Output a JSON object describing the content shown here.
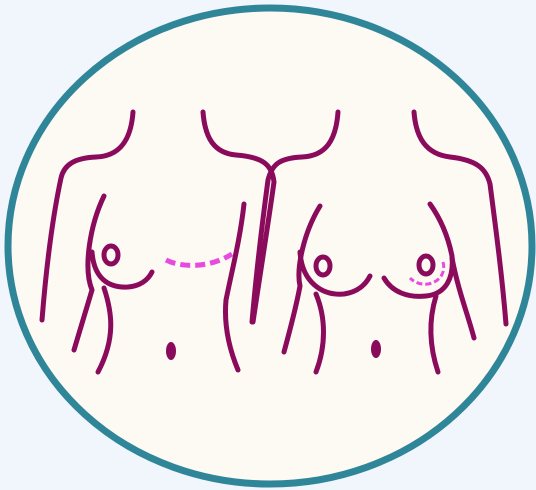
{
  "colors": {
    "page_background": "#f1f5fc",
    "circle_fill": "#fdf9f3",
    "circle_border": "#2f8699",
    "body_outline": "#8a0a5b",
    "incision_marks": "#e84ae0"
  },
  "figures": [
    {
      "name": "left-torso-mastectomy-scar",
      "icon": "torso-outline"
    },
    {
      "name": "right-torso-areola-scar",
      "icon": "torso-outline"
    }
  ]
}
